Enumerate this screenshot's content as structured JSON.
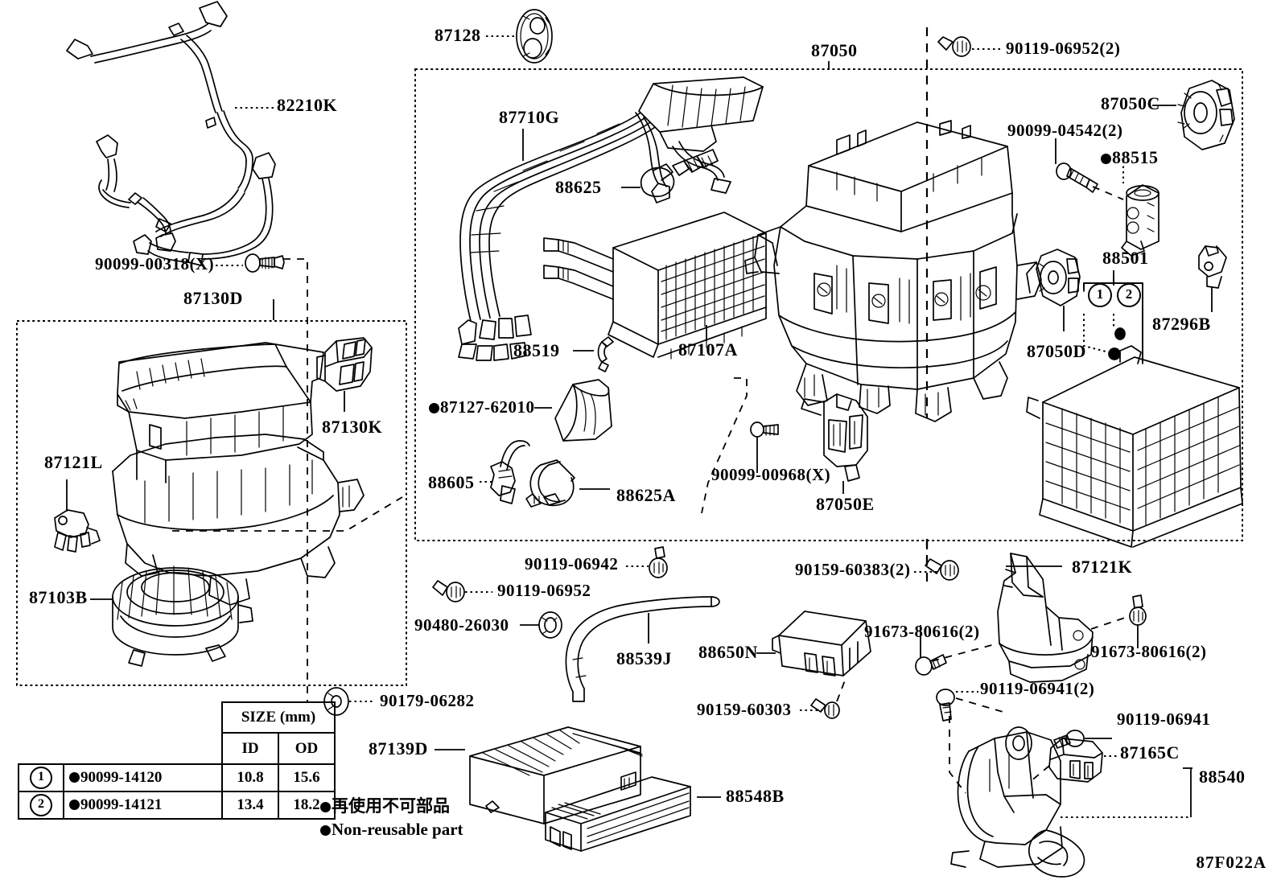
{
  "diagram": {
    "code": "87F022A",
    "group_boxes": [
      {
        "id": "87050",
        "label": "87050"
      },
      {
        "id": "87130D",
        "label": "87130D"
      }
    ]
  },
  "labels": {
    "harness": "82210K",
    "screw_00318": "90099-00318(X)",
    "blower_group": "87130D",
    "blower_resistor": "87130K",
    "blower_clip": "87121L",
    "blower_fan": "87103B",
    "damper_87128": "87128",
    "hvac_group": "87050",
    "wire_87710G": "87710G",
    "clamp_88625": "88625",
    "clip_88519": "88519",
    "heater_core": "87107A",
    "seal_87127": "87127-62010",
    "sensor_88605": "88605",
    "clamp_88625A": "88625A",
    "bolt_06952_2": "90119-06952(2)",
    "servo_87050C": "87050C",
    "bolt_04542_2": "90099-04542(2)",
    "valve_88515": "88515",
    "oring_88501": "88501",
    "grommet_87296B": "87296B",
    "servo_87050D": "87050D",
    "servo_87050E": "87050E",
    "screw_00968": "90099-00968(X)",
    "bolt_06942": "90119-06942",
    "bolt_06952": "90119-06952",
    "bolt_60383_2": "90159-60383(2)",
    "bolt_80616_2_left": "91673-80616(2)",
    "bolt_80616_2_right": "91673-80616(2)",
    "bracket_87121K": "87121K",
    "nut_06282": "90179-06282",
    "seal_26030": "90480-26030",
    "hose_88539J": "88539J",
    "amplifier_88650N": "88650N",
    "screw_60303": "90159-60303",
    "filter_87139D": "87139D",
    "evap_88548B": "88548B",
    "bolt_06941_2": "90119-06941(2)",
    "bolt_06941": "90119-06941",
    "sensor_87165C": "87165C",
    "duct_88540": "88540"
  },
  "callouts": {
    "one": "1",
    "two": "2"
  },
  "size_table": {
    "header_size": "SIZE (mm)",
    "header_id": "ID",
    "header_od": "OD",
    "rows": [
      {
        "no": "1",
        "part": "90099-14120",
        "id": "10.8",
        "od": "15.6",
        "nonreusable": true
      },
      {
        "no": "2",
        "part": "90099-14121",
        "id": "13.4",
        "od": "18.2",
        "nonreusable": true
      }
    ]
  },
  "legend_note": {
    "japanese": "再使用不可部品",
    "english": "Non-reusable part"
  }
}
